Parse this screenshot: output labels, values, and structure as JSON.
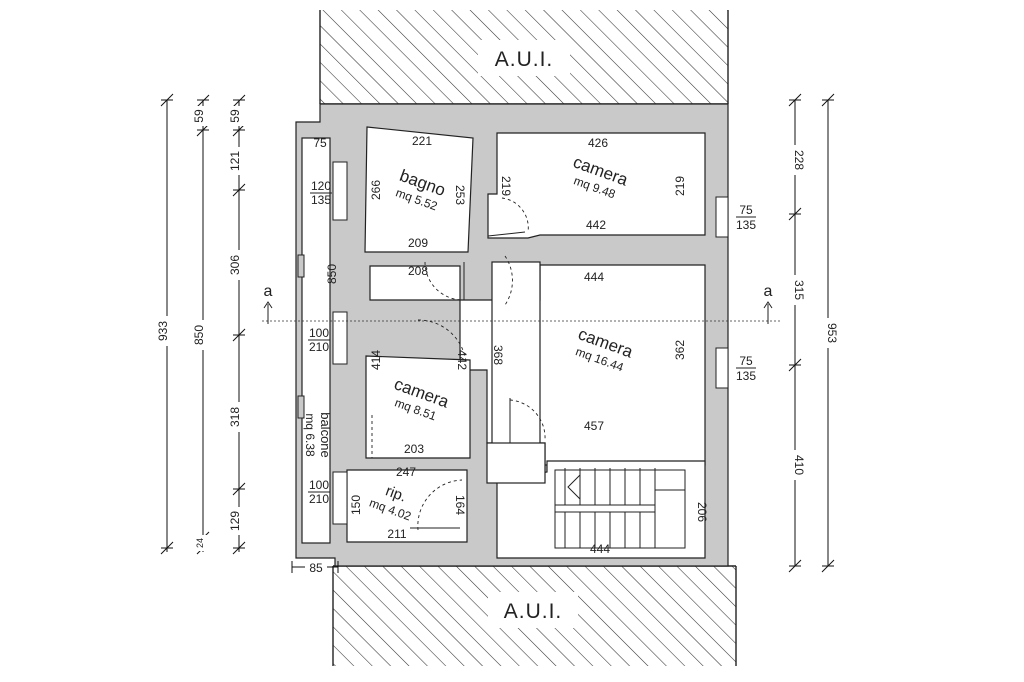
{
  "adjacent_units": {
    "top": "A.U.I.",
    "bottom": "A.U.I."
  },
  "section_markers": {
    "left": "a",
    "right": "a"
  },
  "rooms": {
    "bagno": {
      "name": "bagno",
      "area": "mq 5.52"
    },
    "camera1": {
      "name": "camera",
      "area": "mq 9.48"
    },
    "camera2": {
      "name": "camera",
      "area": "mq 16.44"
    },
    "camera3": {
      "name": "camera",
      "area": "mq 8.51"
    },
    "rip": {
      "name": "rip.",
      "area": "mq 4.02"
    },
    "balcone": {
      "name": "balcone",
      "area": "mq 6.38"
    }
  },
  "interior_dims": {
    "d75_top": "75",
    "d221": "221",
    "d426": "426",
    "d219a": "219",
    "d219b": "219",
    "d266": "266",
    "d253": "253",
    "d442_top": "442",
    "d209": "209",
    "d208": "208",
    "d850_in": "850",
    "d444_top": "444",
    "d414": "414",
    "d442_mid": "442",
    "d368": "368",
    "d362": "362",
    "d203": "203",
    "d457": "457",
    "d247": "247",
    "d150": "150",
    "d164": "164",
    "d211": "211",
    "d206": "206",
    "d444_bot": "444",
    "d85": "85"
  },
  "windows": {
    "w1": {
      "width": "120",
      "height": "135"
    },
    "w2": {
      "width": "100",
      "height": "210"
    },
    "w3": {
      "width": "100",
      "height": "210"
    },
    "w4": {
      "width": "75",
      "height": "135"
    },
    "w5": {
      "width": "75",
      "height": "135"
    }
  },
  "left_dims_inner": [
    "59",
    "121",
    "306",
    "318",
    "129"
  ],
  "left_dims_mid": [
    "59",
    "850",
    "24"
  ],
  "left_dims_outer": [
    "933"
  ],
  "right_dims_inner": [
    "228",
    "315",
    "410"
  ],
  "right_dims_outer": [
    "953"
  ]
}
